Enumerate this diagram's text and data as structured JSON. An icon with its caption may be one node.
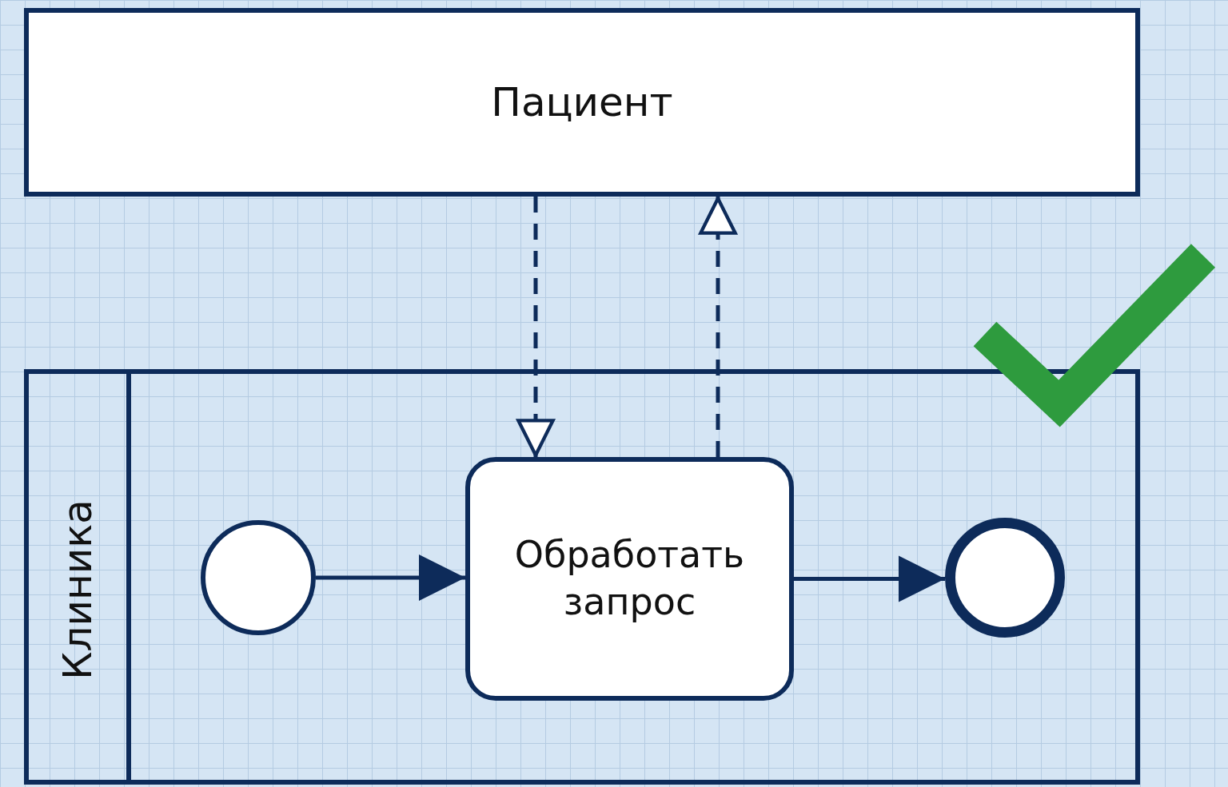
{
  "diagram": {
    "nodes": [
      {
        "text": [
          "Пациент"
        ]
      },
      {
        "text": [
          "Клиника"
        ]
      },
      {
        "text": [],
        "shape": "circle",
        "in": 1
      },
      {
        "text": [
          "Обработать запрос"
        ],
        "in": 1
      },
      {
        "text": [],
        "shape": "circle",
        "in": 1
      }
    ],
    "edges": [
      {
        "from": 0,
        "to": 3,
        "arrow": "to",
        "style": "dashed"
      },
      {
        "from": 3,
        "to": 0,
        "arrow": "to",
        "style": "dashed"
      },
      {
        "from": 2,
        "to": 3,
        "arrow": "to"
      },
      {
        "from": 3,
        "to": 4,
        "arrow": "to"
      }
    ]
  }
}
